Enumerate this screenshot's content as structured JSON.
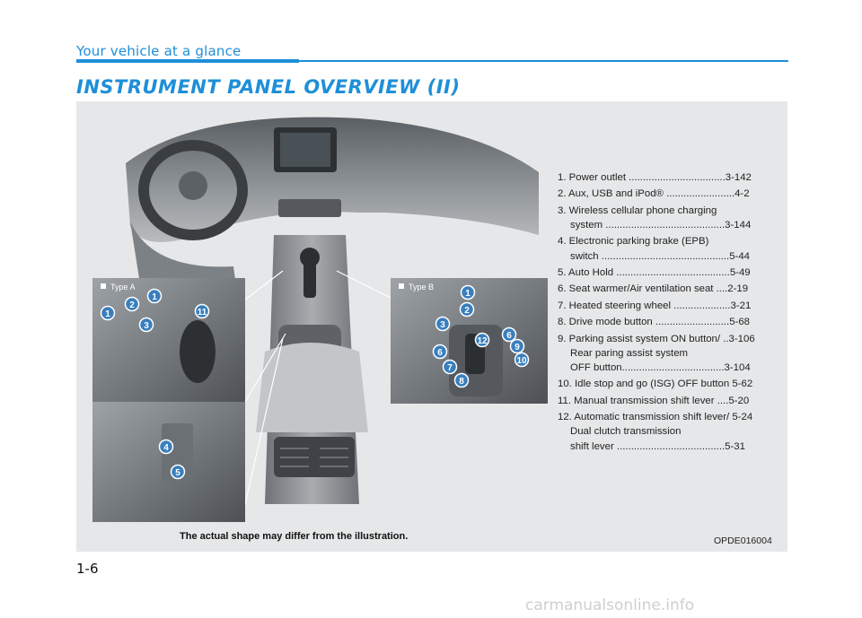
{
  "header": {
    "section": "Your vehicle at a glance",
    "title": "INSTRUMENT PANEL OVERVIEW (II)"
  },
  "insets": {
    "type_a": "Type A",
    "type_b": "Type B"
  },
  "items": [
    {
      "num": "1.",
      "lines": [
        "Power outlet ..................................3-142"
      ]
    },
    {
      "num": "2.",
      "lines": [
        "Aux, USB and iPod® ........................4-2"
      ]
    },
    {
      "num": "3.",
      "lines": [
        "Wireless cellular phone charging",
        "system ..........................................3-144"
      ]
    },
    {
      "num": "4.",
      "lines": [
        "Electronic parking brake (EPB)",
        "switch .............................................5-44"
      ]
    },
    {
      "num": "5.",
      "lines": [
        "Auto Hold ........................................5-49"
      ]
    },
    {
      "num": "6.",
      "lines": [
        "Seat warmer/Air ventilation seat ....2-19"
      ]
    },
    {
      "num": "7.",
      "lines": [
        "Heated steering wheel ....................3-21"
      ]
    },
    {
      "num": "8.",
      "lines": [
        "Drive mode button ..........................5-68"
      ]
    },
    {
      "num": "9.",
      "lines": [
        "Parking assist system ON button/ ..3-106",
        "Rear paring assist system",
        "OFF button....................................3-104"
      ]
    },
    {
      "num": "10.",
      "lines": [
        "Idle stop and go (ISG) OFF button 5-62"
      ]
    },
    {
      "num": "11.",
      "lines": [
        "Manual transmission shift lever ....5-20"
      ]
    },
    {
      "num": "12.",
      "lines": [
        "Automatic transmission shift lever/ 5-24",
        "Dual clutch transmission",
        "shift lever ......................................5-31"
      ]
    }
  ],
  "caption": "The actual shape may differ from the illustration.",
  "figure_code": "OPDE016004",
  "page_number": "1-6",
  "watermark": "carmanualsonline.info",
  "colors": {
    "accent": "#1e8fd8",
    "panel_bg": "#e6e7e8",
    "callout": "#3a7fbd"
  }
}
